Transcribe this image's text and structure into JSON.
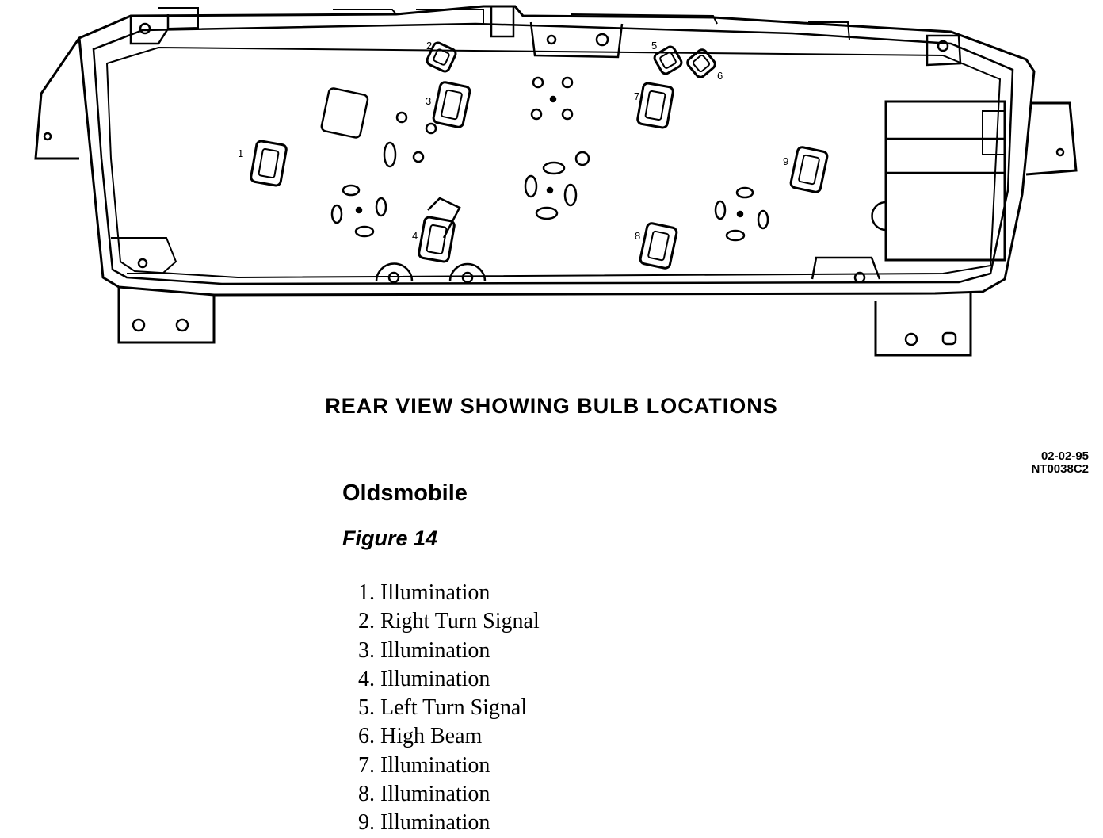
{
  "diagram": {
    "caption": "REAR VIEW SHOWING BULB LOCATIONS",
    "bulb_labels": [
      "1",
      "2",
      "3",
      "4",
      "5",
      "6",
      "7",
      "8",
      "9"
    ]
  },
  "doc_code": {
    "date": "02-02-95",
    "id": "NT0038C2"
  },
  "make": "Oldsmobile",
  "figure_title": "Figure 14",
  "legend": [
    "1. Illumination",
    "2. Right Turn Signal",
    "3. Illumination",
    "4. Illumination",
    "5. Left Turn Signal",
    "6. High Beam",
    "7. Illumination",
    "8. Illumination",
    "9. Illumination"
  ]
}
